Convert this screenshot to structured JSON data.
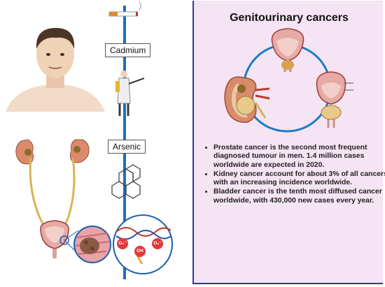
{
  "panel": {
    "title": "Genitourinary  cancers",
    "bullets": [
      "Prostate cancer  is the second most frequent diagnosed tumour in men. 1.4 million cases worldwide are expected in 2020.",
      "Kidney cancer account for about 3% of all cancers with an increasing incidence worldwide.",
      "Bladder cancer is the tenth most diffused cancer worldwide, with 430,000 new cases every year."
    ]
  },
  "exposures": {
    "cadmium_label": "Cadmium",
    "arsenic_label": "Arsenic"
  },
  "ros": {
    "o2_left": "O₂⁻",
    "oh": "OH",
    "o2_right": "O₂⁻"
  }
}
